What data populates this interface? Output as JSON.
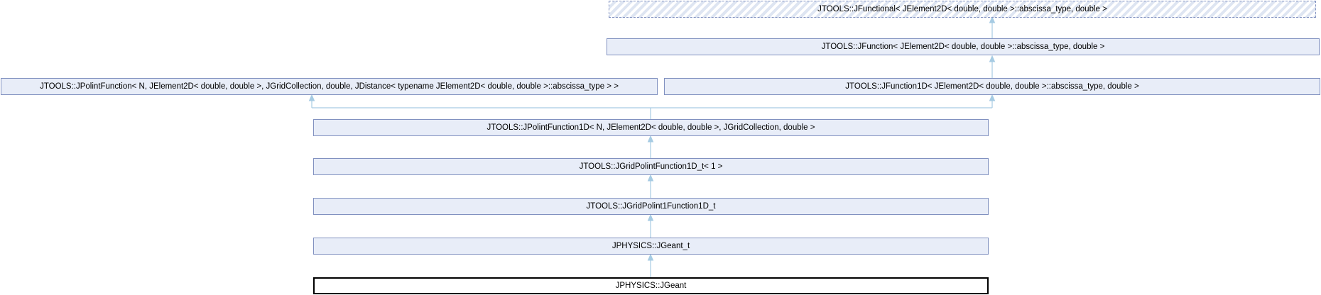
{
  "diagram": {
    "kind": "class-inheritance-graph",
    "nodes": [
      {
        "id": "jfunctional",
        "label": "JTOOLS::JFunctional< JElement2D< double, double >::abscissa_type, double >",
        "style": "dashed-hatched-template"
      },
      {
        "id": "jfunction",
        "label": "JTOOLS::JFunction< JElement2D< double, double >::abscissa_type, double >",
        "style": "linked-class"
      },
      {
        "id": "jpolintfunction",
        "label": "JTOOLS::JPolintFunction< N, JElement2D< double, double >, JGridCollection, double, JDistance< typename JElement2D< double, double >::abscissa_type > >",
        "style": "linked-class"
      },
      {
        "id": "jfunction1d",
        "label": "JTOOLS::JFunction1D< JElement2D< double, double >::abscissa_type, double >",
        "style": "linked-class"
      },
      {
        "id": "jpolintfunction1d",
        "label": "JTOOLS::JPolintFunction1D< N, JElement2D< double, double >, JGridCollection, double >",
        "style": "linked-class"
      },
      {
        "id": "jgridpolintfunction1d_t",
        "label": "JTOOLS::JGridPolintFunction1D_t< 1 >",
        "style": "linked-class"
      },
      {
        "id": "jgridpolint1function1d_t",
        "label": "JTOOLS::JGridPolint1Function1D_t",
        "style": "linked-class"
      },
      {
        "id": "jgeant_t",
        "label": "JPHYSICS::JGeant_t",
        "style": "linked-class"
      },
      {
        "id": "jgeant",
        "label": "JPHYSICS::JGeant",
        "style": "current-class"
      }
    ],
    "edges": [
      {
        "from": "jfunction",
        "to": "jfunctional"
      },
      {
        "from": "jfunction1d",
        "to": "jfunction"
      },
      {
        "from": "jpolintfunction1d",
        "to": "jpolintfunction"
      },
      {
        "from": "jpolintfunction1d",
        "to": "jfunction1d"
      },
      {
        "from": "jgridpolintfunction1d_t",
        "to": "jpolintfunction1d"
      },
      {
        "from": "jgridpolint1function1d_t",
        "to": "jgridpolintfunction1d_t"
      },
      {
        "from": "jgeant_t",
        "to": "jgridpolint1function1d_t"
      },
      {
        "from": "jgeant",
        "to": "jgeant_t"
      }
    ],
    "colors": {
      "node_fill": "#e8edf8",
      "node_border": "#8191c0",
      "edge": "#a6cbe3",
      "current_node_border": "#000000",
      "background": "#ffffff"
    }
  }
}
